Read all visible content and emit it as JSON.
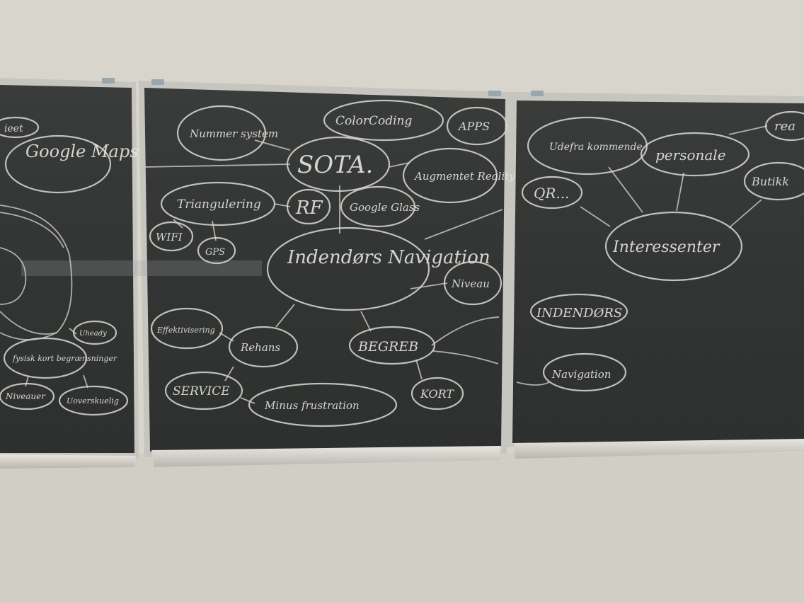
{
  "nodes": [
    {
      "id": "ieet",
      "label": "ieet"
    },
    {
      "id": "google-maps",
      "label": "Google Maps"
    },
    {
      "id": "nummer-system",
      "label": "Nummer system"
    },
    {
      "id": "colorcoding",
      "label": "ColorCoding"
    },
    {
      "id": "apps",
      "label": "APPS"
    },
    {
      "id": "sota",
      "label": "SOTA."
    },
    {
      "id": "augmented-reality",
      "label": "Augmentet Reality"
    },
    {
      "id": "triangulering",
      "label": "Triangulering"
    },
    {
      "id": "rf",
      "label": "RF"
    },
    {
      "id": "google-glass",
      "label": "Google Glass"
    },
    {
      "id": "wifi",
      "label": "WIFI"
    },
    {
      "id": "gps",
      "label": "GPS"
    },
    {
      "id": "indendors-navigation",
      "label": "Indendørs Navigation"
    },
    {
      "id": "niveau",
      "label": "Niveau"
    },
    {
      "id": "effektivisering",
      "label": "Effektivisering"
    },
    {
      "id": "rehans",
      "label": "Rehans"
    },
    {
      "id": "begreb",
      "label": "BEGREB"
    },
    {
      "id": "service",
      "label": "SERVICE"
    },
    {
      "id": "minus-frustration",
      "label": "Minus frustration"
    },
    {
      "id": "kort",
      "label": "KORT"
    },
    {
      "id": "uheady",
      "label": "Uheady"
    },
    {
      "id": "fysisk-kort",
      "label": "fysisk kort begrænsninger"
    },
    {
      "id": "niveauer",
      "label": "Niveauer"
    },
    {
      "id": "uoverskuelig",
      "label": "Uoverskuelig"
    },
    {
      "id": "udefra-kommende",
      "label": "Udefra kommende"
    },
    {
      "id": "personale",
      "label": "personale"
    },
    {
      "id": "rea",
      "label": "rea"
    },
    {
      "id": "butik",
      "label": "Butikk"
    },
    {
      "id": "qr",
      "label": "QR..."
    },
    {
      "id": "interessenter",
      "label": "Interessenter"
    },
    {
      "id": "indendors",
      "label": "INDENDØRS"
    },
    {
      "id": "navigation",
      "label": "Navigation"
    }
  ]
}
